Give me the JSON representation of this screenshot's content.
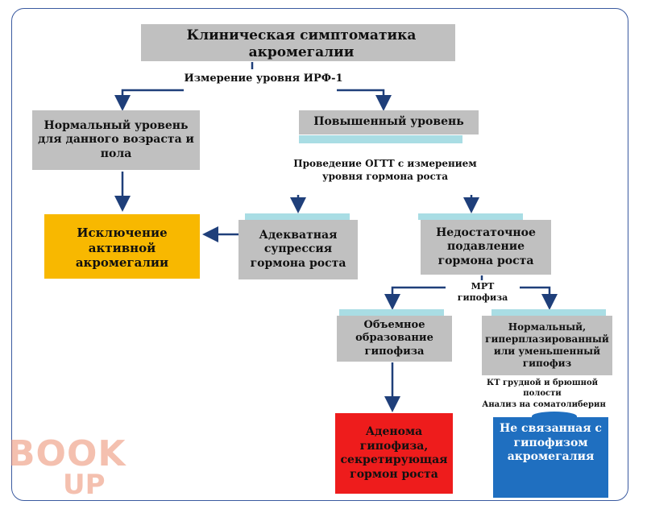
{
  "diagram": {
    "title": "Клиническая симптоматика акромегалии",
    "step_igf": "Измерение уровня ИРФ-1",
    "normal_level": "Нормальный уровень для данного возраста и пола",
    "elevated_level": "Повышенный уровень",
    "ogtt_step": "Проведение ОГТТ с измерением уровня гормона роста",
    "excluded": "Исключение активной акромегалии",
    "adequate_suppression": "Адекватная супрессия гормона роста",
    "insufficient_suppression": "Недостаточное подавление гормона роста",
    "mri_step": "МРТ гипофиза",
    "pituitary_mass": "Объемное образование гипофиза",
    "normal_pituitary": "Нормальный, гиперплазированный или уменьшенный гипофиз",
    "ct_step": "КТ грудной и брюшной полости",
    "ghrh_step": "Анализ на соматолиберин",
    "adenoma": "Аденома гипофиза, секретирующая гормон роста",
    "nonpituitary": "Не связанная с гипофизом акромегалия"
  },
  "watermark": {
    "line1": "BOOK",
    "line2": "UP"
  },
  "colors": {
    "gray": "#c0c0c0",
    "cyan": "#a9dde4",
    "yellow": "#f8b800",
    "red": "#ee1c1c",
    "blue": "#1f6fc0",
    "arrow": "#1f3f7a"
  }
}
